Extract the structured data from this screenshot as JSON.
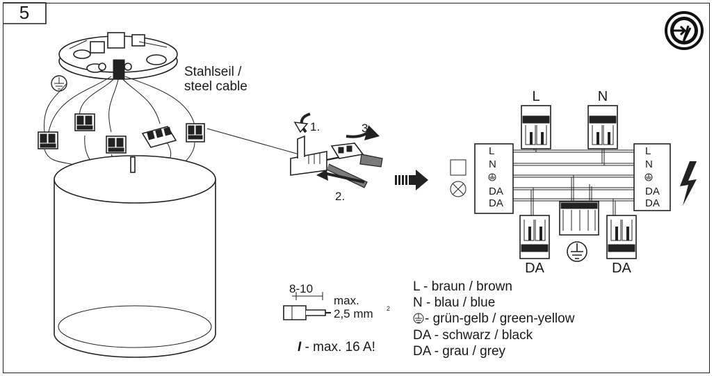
{
  "step_number": "5",
  "steel_cable_label_de": "Stahlseil /",
  "steel_cable_label_en": "steel cable",
  "steps": [
    "1.",
    "2.",
    "3."
  ],
  "terminal_labels": {
    "L": "L",
    "N": "N",
    "DA_left": "DA",
    "DA_right": "DA",
    "block_left": [
      "L",
      "N",
      "DA",
      "DA"
    ],
    "block_right": [
      "L",
      "N",
      "DA",
      "DA"
    ]
  },
  "strip_length": "8-10",
  "cross_section": [
    "max.",
    "2,5 mm"
  ],
  "cross_section_sup": "2",
  "current": {
    "symbol": "I",
    "text": " - max. 16 A!"
  },
  "legend": [
    "L - braun / brown",
    "N - blau / blue",
    "- grün-gelb / green-yellow",
    "DA - schwarz / black",
    "DA - grau / grey"
  ]
}
